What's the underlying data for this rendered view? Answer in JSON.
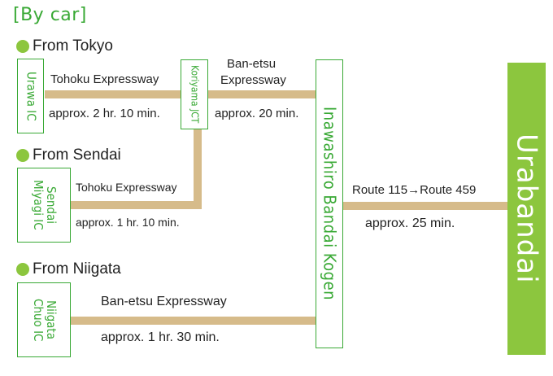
{
  "title": "[By car]",
  "origins": {
    "tokyo": "From Tokyo",
    "sendai": "From Sendai",
    "niigata": "From Niigata"
  },
  "nodes": {
    "urawa_ic": "Urawa IC",
    "koriyama_jct": "Koriyama JCT",
    "sendai_miyagi_ic": "Sendai Miyagi IC",
    "niigata_chuo_ic": "Niigata Chuo IC",
    "inawashiro": "Inawashiro Bandai Kogen",
    "urabandai": "Urabandai"
  },
  "segments": {
    "tokyo_road": "Tohoku Expressway",
    "tokyo_time": "approx. 2 hr. 10 min.",
    "koriyama_road_1": "Ban-etsu",
    "koriyama_road_2": "Expressway",
    "koriyama_time": "approx. 20 min.",
    "sendai_road": "Tohoku Expressway",
    "sendai_time": "approx. 1 hr. 10 min.",
    "niigata_road": "Ban-etsu Expressway",
    "niigata_time": "approx. 1 hr. 30 min.",
    "final_road": "Route 115→Route 459",
    "final_time": "approx. 25 min."
  },
  "colors": {
    "accent": "#39a935",
    "dot": "#8cc63e",
    "road": "#d6bb8a",
    "destination": "#8cc63e"
  }
}
